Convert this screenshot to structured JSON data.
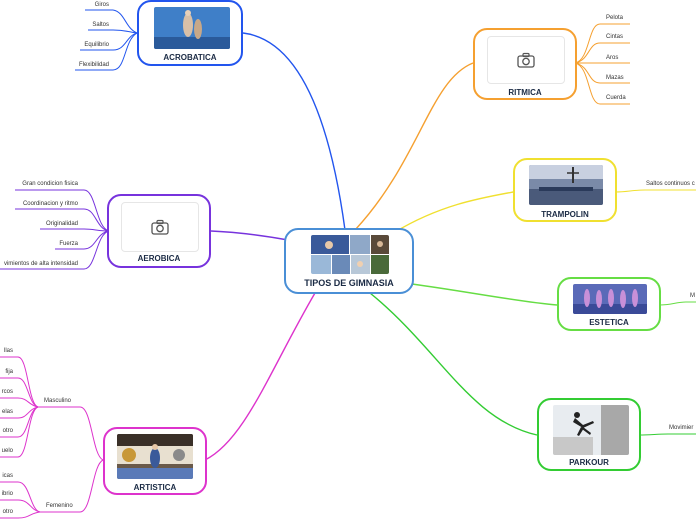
{
  "central": {
    "title": "TIPOS DE GIMNASIA"
  },
  "colors": {
    "acrobatica": "#2255ee",
    "ritmica": "#f5a030",
    "trampolin": "#f0e030",
    "estetica": "#66dd44",
    "parkour": "#33cc33",
    "aerobica": "#7733dd",
    "artistica": "#dd33cc",
    "central": "#4a8fd6"
  },
  "acrobatica": {
    "title": "ACROBATICA",
    "items": [
      "Giros",
      "Saltos",
      "Equilibrio",
      "Flexibilidad"
    ]
  },
  "ritmica": {
    "title": "RITMICA",
    "icon": "camera-icon",
    "items": [
      "Pelota",
      "Cintas",
      "Aros",
      "Mazas",
      "Cuerda"
    ]
  },
  "trampolin": {
    "title": "TRAMPOLIN",
    "items": [
      "Saltos continuos c"
    ]
  },
  "estetica": {
    "title": "ESTETICA",
    "items": [
      "M"
    ]
  },
  "parkour": {
    "title": "PARKOUR",
    "items": [
      "Movimier"
    ]
  },
  "aerobica": {
    "title": "AEROBICA",
    "icon": "camera-icon",
    "items": [
      "Gran condicion fisica",
      "Coordinacion y ritmo",
      "Originalidad",
      "Fuerza",
      "vimientos de alta intensidad"
    ]
  },
  "artistica": {
    "title": "ARTISTICA",
    "masculino": {
      "label": "Masculino",
      "items": [
        "llas",
        "fija",
        "rcos",
        "elas",
        "otro",
        "uelo"
      ]
    },
    "femenino": {
      "label": "Femenino",
      "items": [
        "icas",
        "ibrio",
        "otro"
      ]
    }
  }
}
